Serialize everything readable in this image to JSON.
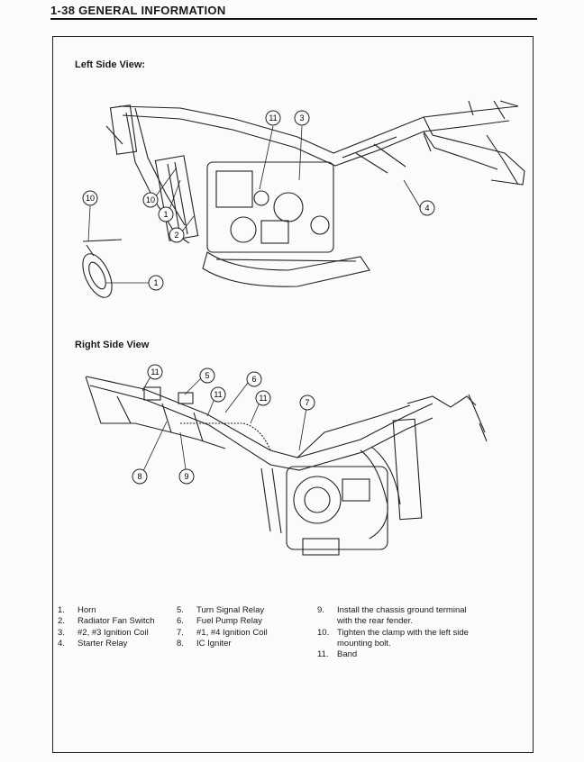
{
  "header": {
    "section_title": "1-38  GENERAL INFORMATION"
  },
  "views": {
    "left_title": "Left Side View:",
    "right_title": "Right Side View"
  },
  "left_callouts": [
    "11",
    "3",
    "10",
    "10",
    "1",
    "2",
    "4",
    "1"
  ],
  "right_callouts": [
    "11",
    "5",
    "6",
    "11",
    "11",
    "7",
    "8",
    "9"
  ],
  "legend": {
    "col1": [
      {
        "num": "1.",
        "text": "Horn"
      },
      {
        "num": "2.",
        "text": "Radiator Fan Switch"
      },
      {
        "num": "3.",
        "text": "#2, #3 Ignition Coil"
      },
      {
        "num": "4.",
        "text": "Starter Relay"
      }
    ],
    "col2": [
      {
        "num": "5.",
        "text": "Turn Signal Relay"
      },
      {
        "num": "6.",
        "text": "Fuel Pump Relay"
      },
      {
        "num": "7.",
        "text": "#1, #4 Ignition Coil"
      },
      {
        "num": "8.",
        "text": "IC Igniter"
      }
    ],
    "col3": [
      {
        "num": "9.",
        "text": "Install the chassis ground terminal with the rear fender."
      },
      {
        "num": "10.",
        "text": "Tighten the clamp with the left side mounting bolt."
      },
      {
        "num": "11.",
        "text": "Band"
      }
    ]
  }
}
